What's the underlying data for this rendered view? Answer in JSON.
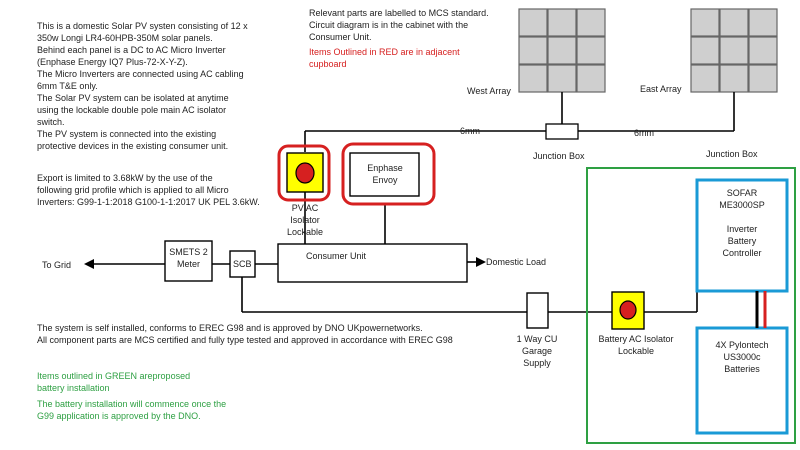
{
  "intro": {
    "p1": "This is a domestic Solar PV systen consisting of 12 x\n350w Longi LR4-60HPB-350M solar panels.\nBehind each panel is a DC to AC Micro Inverter\n(Enphase Energy IQ7 Plus-72-X-Y-Z).\nThe Micro Inverters are connected using AC cabling\n6mm T&E   only.\nThe Solar PV system can be isolated at anytime\nusing the lockable double pole main AC isolator\nswitch.\nThe PV system is connected into the existing\nprotective devices in the existing consumer unit.",
    "p2": "Export is limited to 3.68kW by the use of the\nfollowing grid profile which is applied to all Micro\nInverters: G99-1-1:2018 G100-1-1:2017 UK PEL 3.6kW."
  },
  "mcs_note": "Relevant parts are labelled to MCS standard.\nCircuit diagram is in the cabinet with the\nConsumer Unit.",
  "red_note": "Items Outlined in RED are in adjacent\ncupboard",
  "labels": {
    "west_array": "West Array",
    "east_array": "East Array",
    "cable_left": "6mm",
    "cable_right": "6mm",
    "junction_box_1": "Junction Box",
    "junction_box_2": "Junction Box",
    "pv_isolator": "PV AC\nIsolator\nLockable",
    "enphase_envoy": "Enphase\nEnvoy",
    "consumer_unit": "Consumer Unit",
    "domestic_load": "Domestic Load",
    "smets_meter": "SMETS 2\nMeter",
    "scb": "SCB",
    "to_grid": "To Grid",
    "one_way_cu": "1 Way CU\nGarage\nSupply",
    "battery_isolator": "Battery AC Isolator\nLockable",
    "inverter": "SOFAR\nME3000SP\n\nInverter\nBattery\nController",
    "batteries": "4X Pylontech\nUS3000c\nBatteries"
  },
  "compliance_note": "The system is self installed, conforms to EREC G98 and is approved by DNO UKpowernetworks.\nAll component parts are MCS certified and fully type tested and  approved in accordance with EREC G98",
  "green_note_1": "Items outlined in GREEN areproposed\nbattery installation",
  "green_note_2": "The battery installation will commence once the\nG99 application is approved by the DNO.",
  "colors": {
    "red": "#d62020",
    "green": "#2ea043",
    "blue": "#1a9ad6",
    "yellow": "#ffff00",
    "panel_grey": "#cfcfcf"
  }
}
